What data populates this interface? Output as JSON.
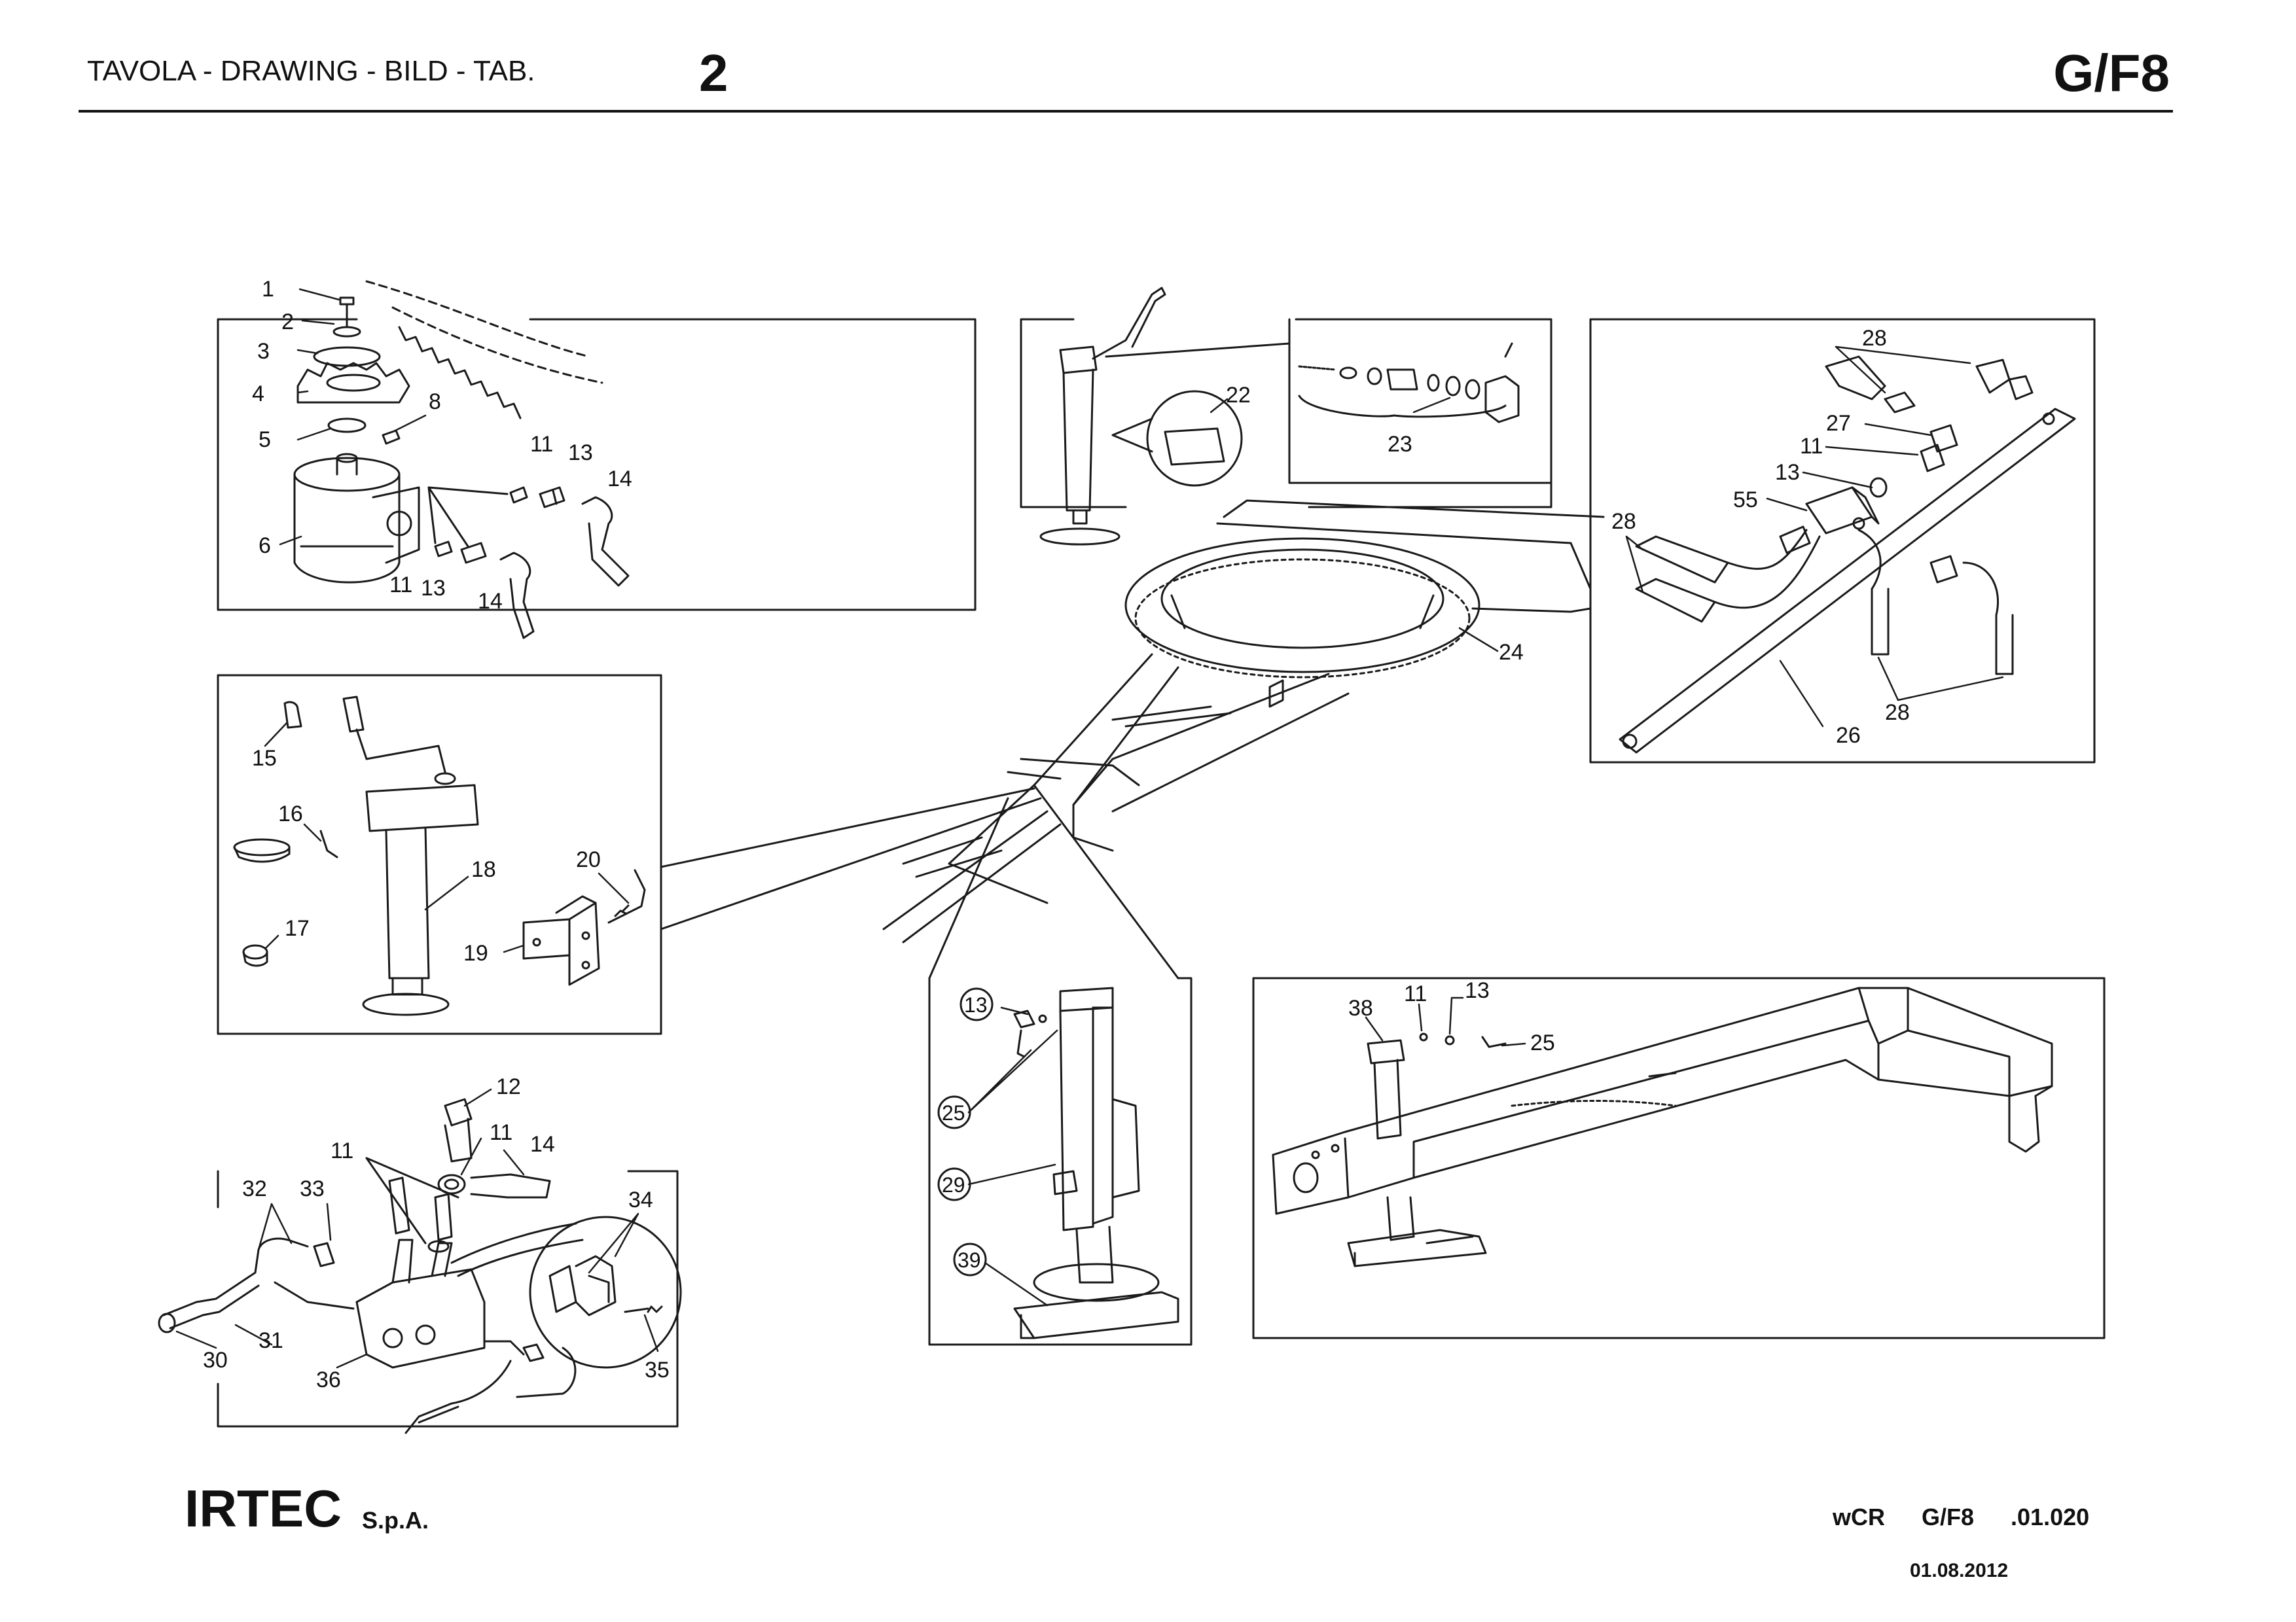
{
  "header": {
    "title": "TAVOLA - DRAWING - BILD - TAB.",
    "table_number": "2",
    "code": "G/F8"
  },
  "footer": {
    "company": "IRTEC",
    "company_suffix": "S.p.A.",
    "document_code": "wCR    G/F8    .01.020",
    "date": "01.08.2012"
  },
  "callouts": {
    "c1": "1",
    "c2": "2",
    "c3": "3",
    "c4": "4",
    "c5": "5",
    "c6": "6",
    "c8": "8",
    "c11a": "11",
    "c13a": "13",
    "c14a": "14",
    "c11b": "11",
    "c13b": "13",
    "c14b": "14",
    "c15": "15",
    "c16": "16",
    "c17": "17",
    "c18": "18",
    "c19": "19",
    "c20": "20",
    "c12": "12",
    "c11c": "11",
    "c14c": "14",
    "c11d": "11",
    "c32": "32",
    "c33": "33",
    "c34": "34",
    "c35": "35",
    "c31": "31",
    "c30": "30",
    "c36": "36",
    "c22": "22",
    "c23": "23",
    "c24": "24",
    "c28a": "28",
    "c27": "27",
    "c11e": "11",
    "c13e": "13",
    "c55": "55",
    "c28b": "28",
    "c26": "26",
    "c28c": "28",
    "c13f": "13",
    "c25f": "25",
    "c29": "29",
    "c39": "39",
    "c38": "38",
    "c11g": "11",
    "c13g": "13",
    "c25g": "25"
  },
  "colors": {
    "ink": "#1a1a1a",
    "paper": "#ffffff"
  }
}
